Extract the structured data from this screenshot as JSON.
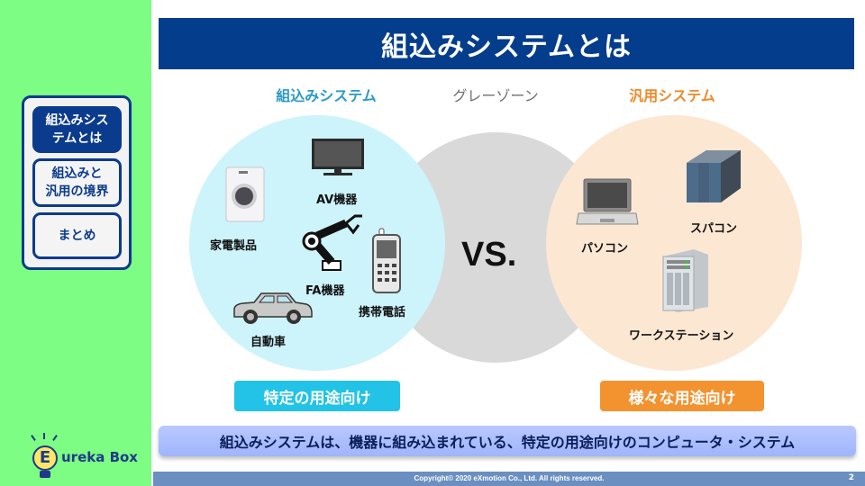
{
  "sidebar": {
    "nav": [
      {
        "label_line1": "組込みシス",
        "label_line2": "テムとは",
        "active": true
      },
      {
        "label_line1": "組込みと",
        "label_line2": "汎用の境界",
        "active": false
      },
      {
        "label_line1": "まとめ",
        "label_line2": "",
        "active": false
      }
    ],
    "logo": {
      "bulb_letter": "E",
      "text": "ureka Box"
    }
  },
  "title": "組込みシステムとは",
  "columns": {
    "embedded": "組込みシステム",
    "gray_zone": "グレーゾーン",
    "general": "汎用システム"
  },
  "vs_label": "VS.",
  "embedded_items": [
    {
      "label": "家電製品",
      "icon": "washing-machine-icon"
    },
    {
      "label": "AV機器",
      "icon": "tv-icon"
    },
    {
      "label": "FA機器",
      "icon": "robot-arm-icon"
    },
    {
      "label": "携帯電話",
      "icon": "mobile-phone-icon"
    },
    {
      "label": "自動車",
      "icon": "car-icon"
    }
  ],
  "general_items": [
    {
      "label": "パソコン",
      "icon": "laptop-icon"
    },
    {
      "label": "スパコン",
      "icon": "supercomputer-icon"
    },
    {
      "label": "ワークステーション",
      "icon": "workstation-icon"
    }
  ],
  "pills": {
    "embedded": "特定の用途向け",
    "general": "様々な用途向け"
  },
  "summary": "組込みシステムは、機器に組み込まれている、特定の用途向けのコンピュータ・システム",
  "footer": {
    "copyright": "Copyright© 2020 eXmotion Co., Ltd. All rights reserved.",
    "page_number": "2"
  },
  "colors": {
    "sidebar_bg": "#7dfd83",
    "navy": "#043d8c",
    "embedded_accent": "#2b9ac8",
    "general_accent": "#ee8a2a",
    "cyan_pill": "#22c3e6",
    "orange_pill": "#f39330"
  }
}
